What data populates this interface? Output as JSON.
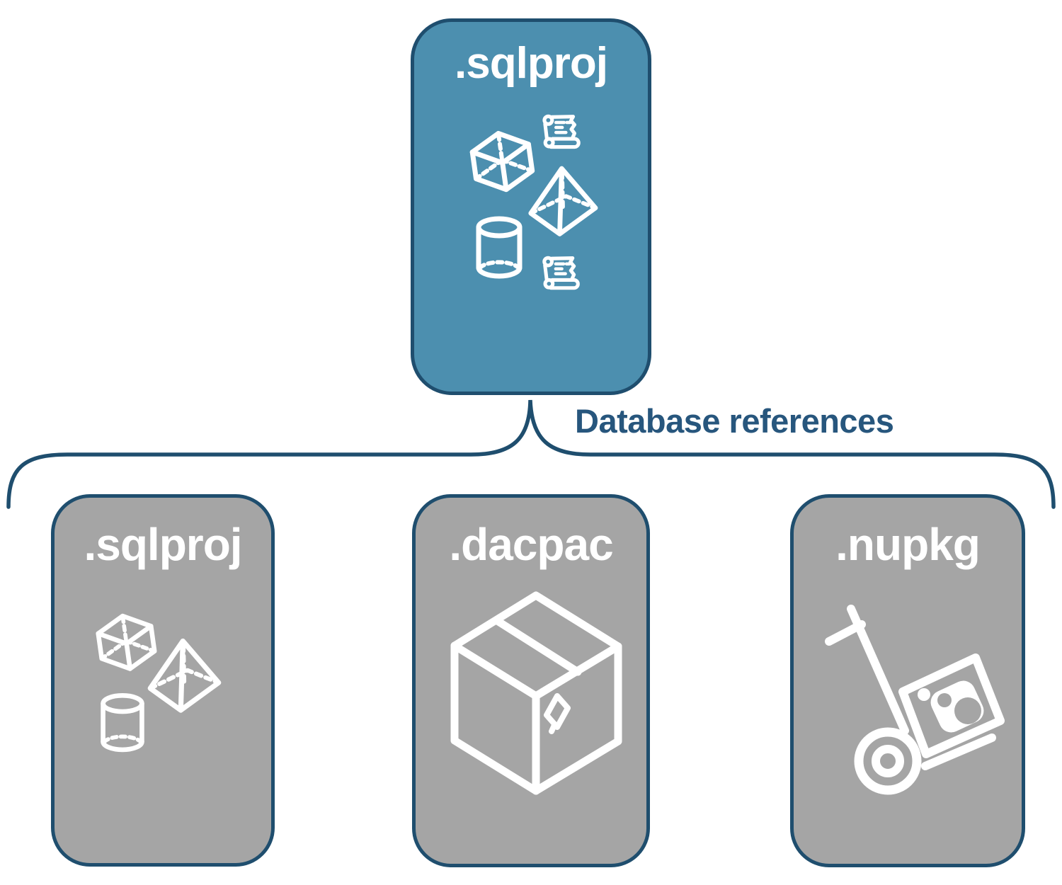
{
  "colors": {
    "root_fill": "#4C8FAF",
    "child_fill": "#A5A5A5",
    "outline": "#1F4E6E",
    "icon_stroke": "#FFFFFF",
    "connector_text": "#27567D",
    "label_text": "#FFFFFF"
  },
  "root_node": {
    "label": ".sqlproj",
    "icons": [
      "cube-icon",
      "script-scroll-icon",
      "pyramid-icon",
      "cylinder-icon",
      "script-scroll-icon"
    ]
  },
  "connector": {
    "label": "Database references"
  },
  "children": [
    {
      "label": ".sqlproj",
      "icons": [
        "cube-icon",
        "pyramid-icon",
        "cylinder-icon"
      ]
    },
    {
      "label": ".dacpac",
      "icons": [
        "package-box-icon"
      ]
    },
    {
      "label": ".nupkg",
      "icons": [
        "hand-truck-icon",
        "nuget-package-icon"
      ]
    }
  ]
}
